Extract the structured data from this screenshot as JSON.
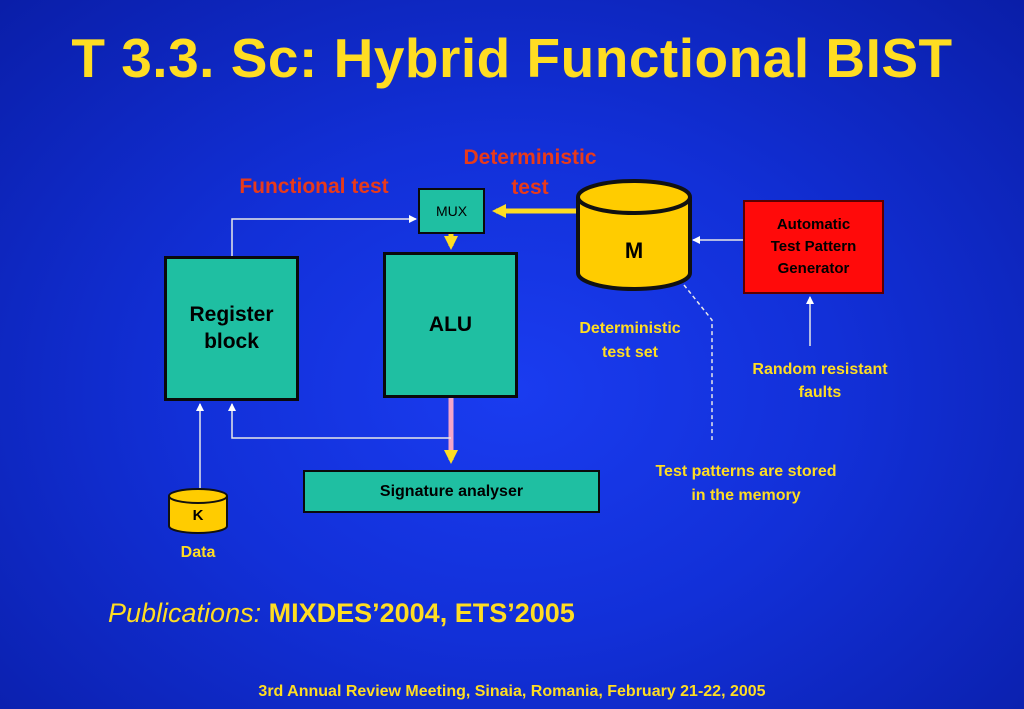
{
  "slide": {
    "title": "T 3.3. Sc: Hybrid Functional BIST",
    "publications_label": "Publications:",
    "publications_value": "MIXDES’2004, ETS’2005",
    "footer": "3rd Annual Review Meeting, Sinaia, Romania, February 21-22, 2005"
  },
  "diagram": {
    "labels": {
      "functional_test": "Functional test",
      "deterministic_test_line1": "Deterministic",
      "deterministic_test_line2": "test",
      "deterministic_set_line1": "Deterministic",
      "deterministic_set_line2": "test set",
      "random_faults_line1": "Random resistant",
      "random_faults_line2": "faults",
      "stored_line1": "Test patterns are stored",
      "stored_line2": "in the memory",
      "data": "Data"
    },
    "blocks": {
      "mux": "MUX",
      "memory": "M",
      "register_line1": "Register",
      "register_line2": "block",
      "alu": "ALU",
      "signature": "Signature analyser",
      "atpg_line1": "Automatic",
      "atpg_line2": "Test Pattern",
      "atpg_line3": "Generator",
      "k": "K"
    }
  },
  "colors": {
    "background": "#1230d8",
    "title": "#ffdd22",
    "label_red": "#e83a1a",
    "label_yellow": "#ffdd22",
    "block_teal": "#1fbfa2",
    "block_red": "#ff0a0a",
    "connector": "#ffdd22"
  }
}
